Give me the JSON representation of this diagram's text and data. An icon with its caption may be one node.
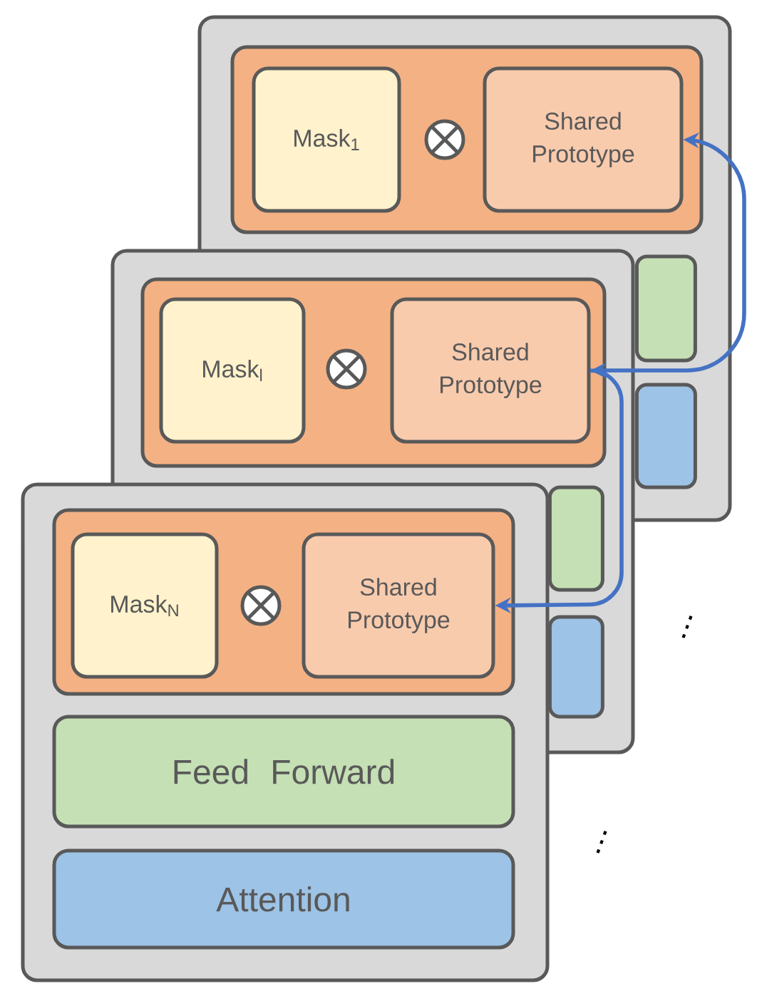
{
  "diagram": {
    "nodes": [
      {
        "text": [],
        "shape": "box"
      },
      {
        "text": [],
        "shape": "box",
        "in": 0
      },
      {
        "text": [
          "Mask$_{1}$"
        ],
        "in": 1
      },
      {
        "text": [
          "Shared Prototype"
        ],
        "in": 1
      },
      {
        "text": [],
        "shape": "bar",
        "in": 0
      },
      {
        "text": [],
        "shape": "bar",
        "in": 0
      },
      {
        "text": [],
        "shape": "box"
      },
      {
        "text": [],
        "shape": "box",
        "in": 6
      },
      {
        "text": [
          "Mask$_{l}$"
        ],
        "in": 7
      },
      {
        "text": [
          "Shared Prototype"
        ],
        "in": 7
      },
      {
        "text": [],
        "shape": "bar",
        "in": 6
      },
      {
        "text": [],
        "shape": "bar",
        "in": 6
      },
      {
        "text": [],
        "shape": "box"
      },
      {
        "text": [],
        "shape": "box",
        "in": 12
      },
      {
        "text": [
          "Mask$_{N}$"
        ],
        "in": 13
      },
      {
        "text": [
          "Shared Prototype"
        ],
        "in": 13
      },
      {
        "text": [
          "Feed Forward"
        ],
        "in": 12
      },
      {
        "text": [
          "Attention"
        ],
        "in": 12
      }
    ],
    "edges": [
      {
        "from": 3,
        "to": 9,
        "arrow": "both"
      },
      {
        "from": 9,
        "to": 15,
        "arrow": "to"
      }
    ],
    "labels": [
      "⋮",
      "⋮"
    ]
  }
}
